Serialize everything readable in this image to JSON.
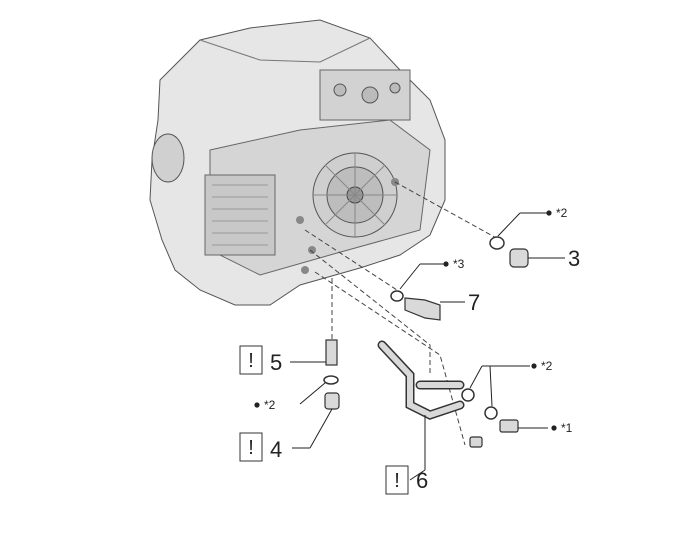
{
  "callouts": {
    "c3": {
      "number": "3"
    },
    "c4": {
      "number": "4"
    },
    "c5": {
      "number": "5"
    },
    "c6": {
      "number": "6"
    },
    "c7": {
      "number": "7"
    }
  },
  "markers": {
    "m_top": {
      "text": "*2"
    },
    "m_mid": {
      "text": "*3"
    },
    "m_right": {
      "text": "*2"
    },
    "m_left": {
      "text": "*2"
    },
    "m_bolt": {
      "text": "*1"
    }
  },
  "caution_symbol": "!"
}
